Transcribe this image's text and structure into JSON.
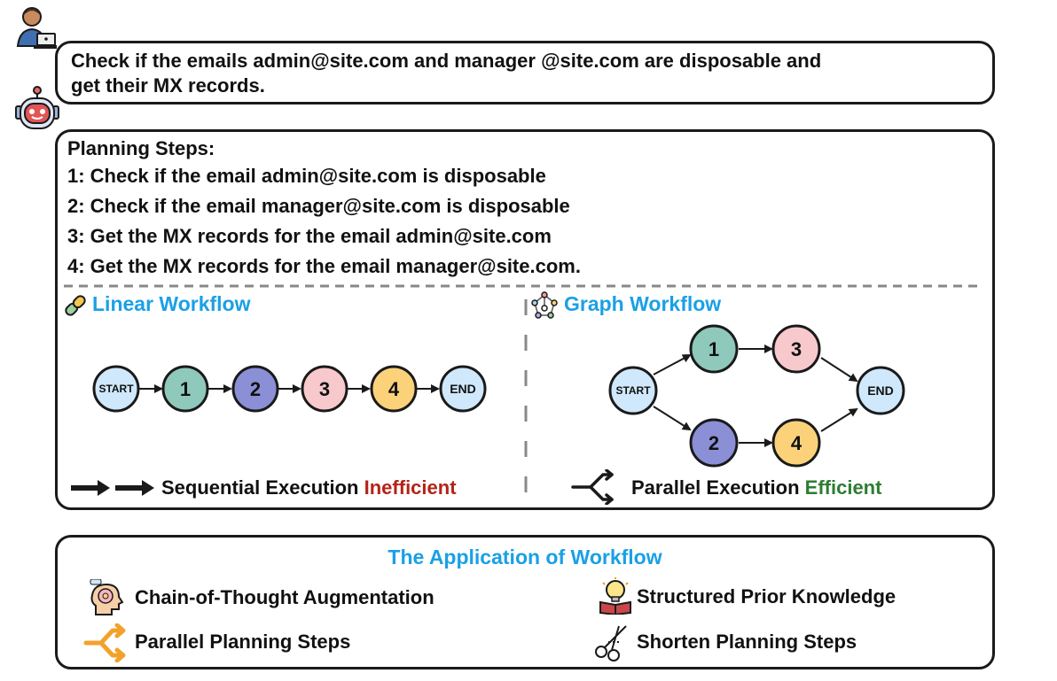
{
  "query": {
    "line1": "Check if the emails admin@site.com and manager @site.com are disposable and",
    "line2": "get their MX records."
  },
  "planning": {
    "heading": "Planning Steps:",
    "steps": [
      "1: Check if the email admin@site.com is disposable",
      "2: Check if the email manager@site.com is disposable",
      "3: Get the MX records for the email admin@site.com",
      "4: Get the MX records for the email manager@site.com."
    ]
  },
  "linear": {
    "title": "Linear Workflow",
    "nodes": [
      "START",
      "1",
      "2",
      "3",
      "4",
      "END"
    ],
    "caption": "Sequential Execution",
    "verdict": "Inefficient"
  },
  "graph": {
    "title": "Graph Workflow",
    "nodes": [
      "START",
      "1",
      "2",
      "3",
      "4",
      "END"
    ],
    "caption": "Parallel Execution",
    "verdict": "Efficient"
  },
  "application": {
    "title": "The Application of Workflow",
    "items": [
      "Chain-of-Thought Augmentation",
      "Structured Prior Knowledge",
      "Parallel Planning Steps",
      "Shorten Planning Steps"
    ]
  },
  "colors": {
    "start_end": "#cfe8fb",
    "node1": "#8fc9bb",
    "node2": "#8b8fd6",
    "node3": "#f8c9cc",
    "node4": "#fbd27a",
    "accent_blue": "#1aa0e6",
    "inefficient": "#b42318",
    "efficient": "#2e7d32",
    "orange_icon": "#f2a22c"
  },
  "icons": {
    "user": "user-laptop-icon",
    "robot": "robot-icon",
    "linear": "chain-link-icon",
    "graph": "graph-nodes-icon",
    "sequential": "double-arrow-icon",
    "parallel": "fork-arrow-icon",
    "cot": "thinking-head-icon",
    "knowledge": "lightbulb-book-icon",
    "parallel_planning": "orange-fork-icon",
    "shorten": "scissors-icon"
  }
}
